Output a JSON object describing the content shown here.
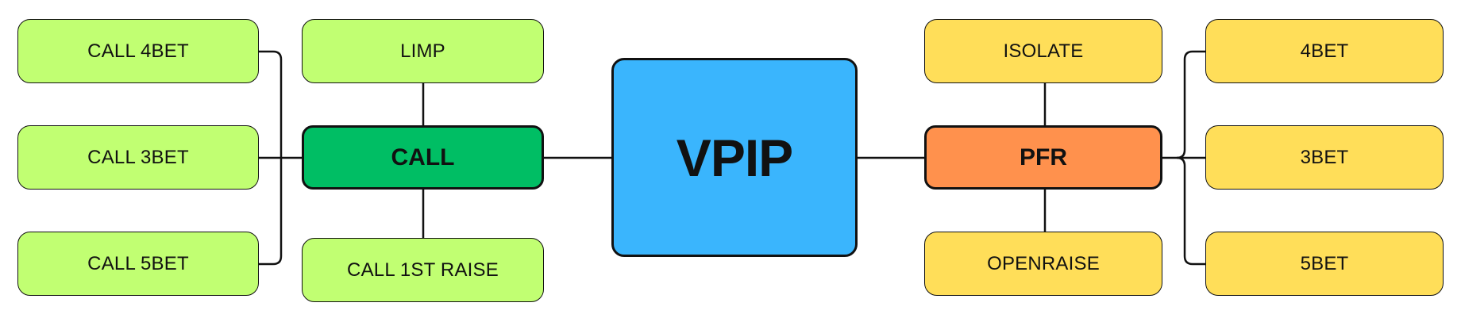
{
  "colors": {
    "center_fill": "#3AB5FD",
    "call_fill": "#00BE64",
    "call_leaf_fill": "#C1FF72",
    "pfr_fill": "#FF914D",
    "pfr_leaf_fill": "#FFDE59",
    "line": "#111111"
  },
  "center": {
    "label": "VPIP"
  },
  "call": {
    "label": "CALL",
    "top_child": "LIMP",
    "bottom_child": "CALL 1ST RAISE",
    "side_children": [
      "CALL 4BET",
      "CALL 3BET",
      "CALL 5BET"
    ]
  },
  "pfr": {
    "label": "PFR",
    "top_child": "ISOLATE",
    "bottom_child": "OPENRAISE",
    "side_children": [
      "4BET",
      "3BET",
      "5BET"
    ]
  }
}
